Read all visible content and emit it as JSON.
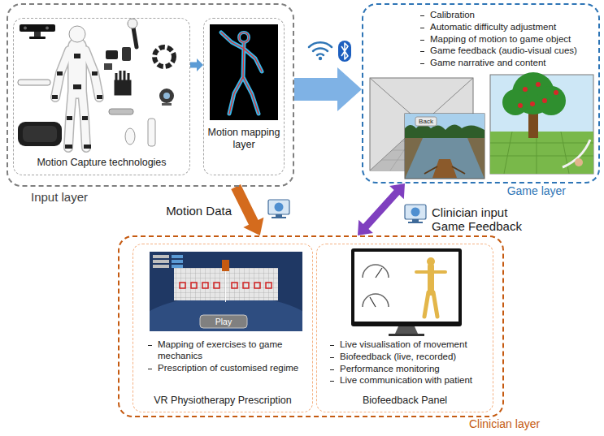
{
  "diagram": {
    "nodes": [
      {
        "text": [
          "Input layer"
        ]
      },
      {
        "text": [
          "Motion Capture technologies"
        ],
        "in": 0
      },
      {
        "text": [
          "Motion mapping layer"
        ],
        "in": 0
      },
      {
        "text": [
          "Calibration",
          "Automatic difficulty adjustment",
          "Mapping of motion to game object",
          "Game feedback (audio-visual cues)",
          "Game narrative and content",
          "Game layer"
        ]
      },
      {
        "text": [
          "Clinician layer"
        ]
      },
      {
        "text": [
          "Mapping of exercises to game mechanics",
          "Prescription of customised regime",
          "VR Physiotherapy Prescription"
        ],
        "in": 4
      },
      {
        "text": [
          "Live visualisation of movement",
          "Biofeedback (live, recorded)",
          "Performance monitoring",
          "Live communication with patient",
          "Biofeedback Panel"
        ],
        "in": 4
      }
    ],
    "edges": [
      {
        "from": 1,
        "to": 2,
        "arrow": "to"
      },
      {
        "from": 0,
        "to": 3,
        "arrow": "to"
      },
      {
        "from": 0,
        "to": 4,
        "arrow": "to",
        "label": "Motion Data"
      },
      {
        "from": 4,
        "to": 3,
        "arrow": "both",
        "label": "Clinician input Game Feedback"
      }
    ],
    "labels": [
      "Back",
      "Play"
    ]
  }
}
